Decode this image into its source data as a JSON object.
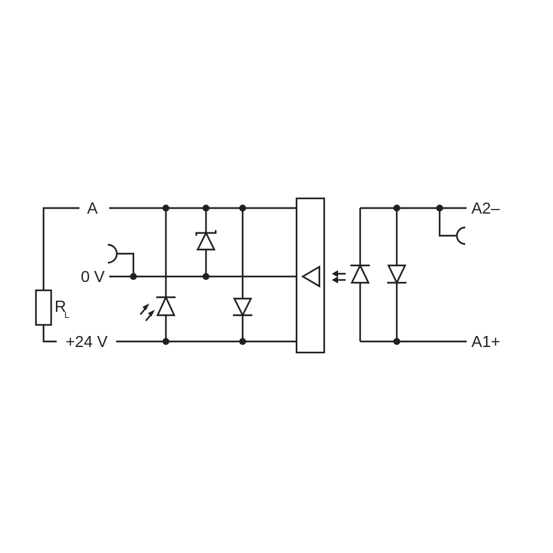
{
  "labels": {
    "a": "A",
    "zero_v": "0 V",
    "plus_24v": "+24 V",
    "a2_minus": "A2–",
    "a1_plus": "A1+",
    "rl_main": "R",
    "rl_sub": "L"
  },
  "colors": {
    "line": "#231f20",
    "background": "#ffffff"
  }
}
